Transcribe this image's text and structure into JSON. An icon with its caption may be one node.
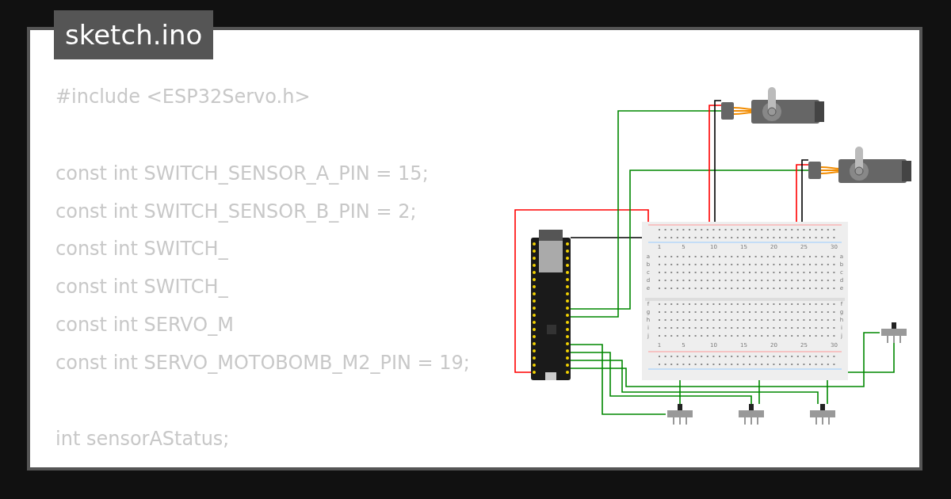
{
  "diagram": {
    "title": "sketch.ino",
    "nodes": [
      {
        "text": [],
        "shape": "picture"
      },
      {
        "text": [],
        "shape": "picture"
      },
      {
        "text": [],
        "shape": "picture"
      },
      {
        "text": [],
        "shape": "picture"
      },
      {
        "text": [],
        "shape": "picture"
      },
      {
        "text": [],
        "shape": "picture"
      },
      {
        "text": [],
        "shape": "picture"
      },
      {
        "text": [],
        "shape": "picture"
      }
    ],
    "edges": [
      {
        "from": 2,
        "to": 3,
        "arrow": "none",
        "color": "#ff0000"
      },
      {
        "from": 2,
        "to": 3,
        "arrow": "none",
        "color": "#000000"
      },
      {
        "from": 2,
        "to": 0,
        "arrow": "none"
      },
      {
        "from": 2,
        "to": 1,
        "arrow": "none"
      },
      {
        "from": 0,
        "to": 3,
        "arrow": "none",
        "color": "#ff0000"
      },
      {
        "from": 0,
        "to": 3,
        "arrow": "none",
        "color": "#000000"
      },
      {
        "from": 1,
        "to": 3,
        "arrow": "none",
        "color": "#ff0000"
      },
      {
        "from": 1,
        "to": 3,
        "arrow": "none",
        "color": "#000000"
      },
      {
        "from": 2,
        "to": 4,
        "arrow": "none"
      },
      {
        "from": 4,
        "to": 3,
        "arrow": "none"
      },
      {
        "from": 2,
        "to": 5,
        "arrow": "none"
      },
      {
        "from": 5,
        "to": 3,
        "arrow": "none"
      },
      {
        "from": 2,
        "to": 6,
        "arrow": "none"
      },
      {
        "from": 6,
        "to": 3,
        "arrow": "none"
      },
      {
        "from": 2,
        "to": 7,
        "arrow": "none"
      },
      {
        "from": 7,
        "to": 3,
        "arrow": "none"
      }
    ],
    "labels": [
      "#include <ESP32Servo.h>",
      "const int SWITCH_SENSOR_A_PIN = 15;",
      "const int SWITCH_SENSOR_B_PIN = 2;",
      "const int SWITCH_",
      "const int SWITCH_",
      "const int SERVO_M",
      "const int SERVO_MOTOBOMB_M2_PIN = 19;",
      "int sensorAStatus;",
      "1",
      "5",
      "10",
      "15",
      "20",
      "25",
      "30",
      "a",
      "a",
      "b",
      "b",
      "c",
      "c",
      "d",
      "d",
      "e",
      "e",
      "f",
      "f",
      "g",
      "g",
      "h",
      "h",
      "i",
      "i",
      "j",
      "j",
      "1",
      "5",
      "10",
      "15",
      "20",
      "25",
      "30"
    ]
  }
}
